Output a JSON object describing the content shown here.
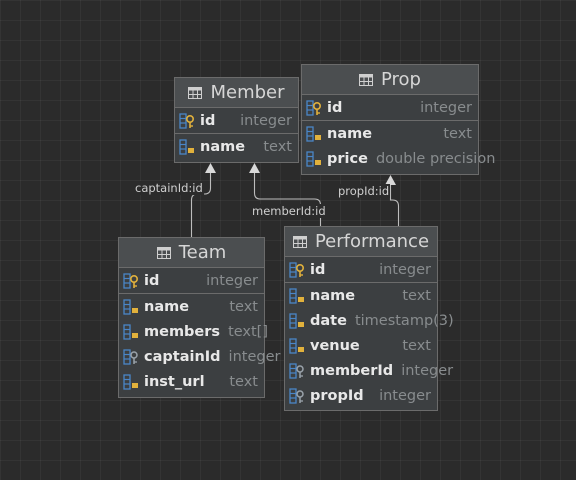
{
  "tables": [
    {
      "name": "Member",
      "sections": [
        [
          {
            "name": "id",
            "type": "integer",
            "icon": "primary-key-icon"
          }
        ],
        [
          {
            "name": "name",
            "type": "text",
            "icon": "column-icon"
          }
        ]
      ]
    },
    {
      "name": "Prop",
      "sections": [
        [
          {
            "name": "id",
            "type": "integer",
            "icon": "primary-key-icon"
          }
        ],
        [
          {
            "name": "name",
            "type": "text",
            "icon": "column-icon"
          },
          {
            "name": "price",
            "type": "double precision",
            "icon": "column-icon"
          }
        ]
      ]
    },
    {
      "name": "Team",
      "sections": [
        [
          {
            "name": "id",
            "type": "integer",
            "icon": "primary-key-icon"
          }
        ],
        [
          {
            "name": "name",
            "type": "text",
            "icon": "column-icon"
          },
          {
            "name": "members",
            "type": "text[]",
            "icon": "column-icon"
          },
          {
            "name": "captainId",
            "type": "integer",
            "icon": "foreign-key-icon"
          },
          {
            "name": "inst_url",
            "type": "text",
            "icon": "column-icon"
          }
        ]
      ]
    },
    {
      "name": "Performance",
      "sections": [
        [
          {
            "name": "id",
            "type": "integer",
            "icon": "primary-key-icon"
          }
        ],
        [
          {
            "name": "name",
            "type": "text",
            "icon": "column-icon"
          },
          {
            "name": "date",
            "type": "timestamp(3)",
            "icon": "column-icon"
          },
          {
            "name": "venue",
            "type": "text",
            "icon": "column-icon"
          },
          {
            "name": "memberId",
            "type": "integer",
            "icon": "foreign-key-icon"
          },
          {
            "name": "propId",
            "type": "integer",
            "icon": "foreign-key-icon"
          }
        ]
      ]
    }
  ],
  "relations": [
    {
      "label": "captainId:id",
      "from": "Team",
      "to": "Member"
    },
    {
      "label": "memberId:id",
      "from": "Performance",
      "to": "Member"
    },
    {
      "label": "propId:id",
      "from": "Performance",
      "to": "Prop"
    }
  ],
  "colors": {
    "background": "#2b2b2b",
    "table_body": "#3c3f41",
    "table_header": "#4b4e50",
    "border": "#6b6b6b",
    "edge": "#bdbdbd",
    "key_blue": "#4a86c8",
    "key_gold": "#e1b13c"
  }
}
